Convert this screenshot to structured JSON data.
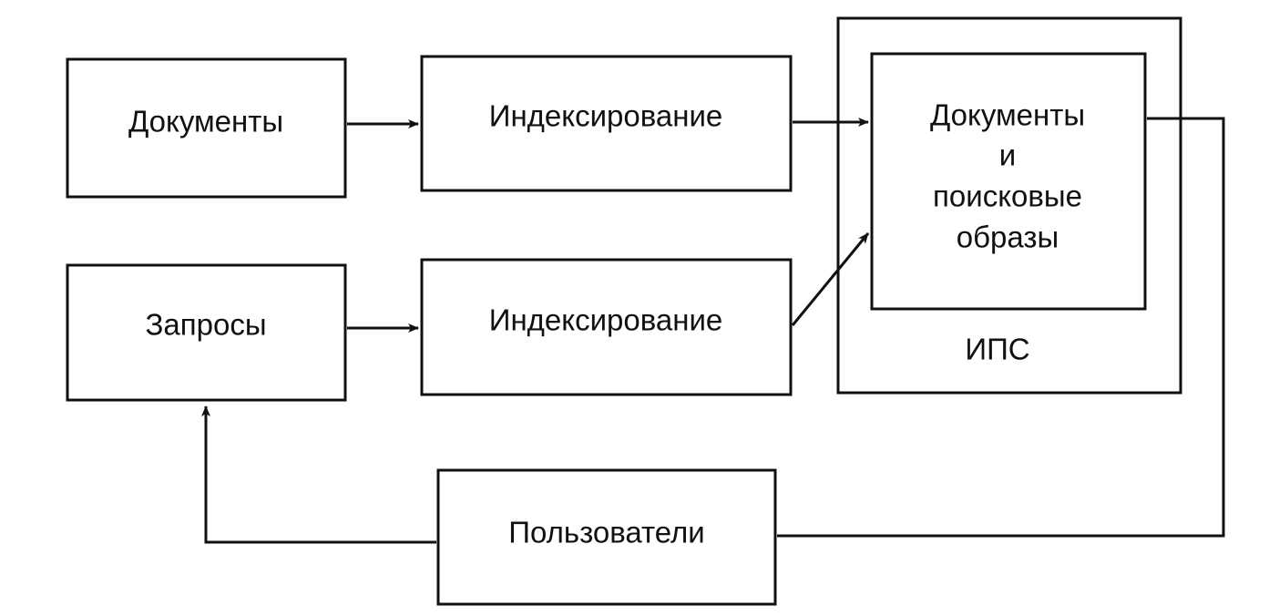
{
  "nodes": {
    "documents": "Документы",
    "indexing_documents": "Индексирование",
    "store_line1": "Документы",
    "store_line2": "и",
    "store_line3": "поисковые",
    "store_line4": "образы",
    "ips": "ИПС",
    "queries": "Запросы",
    "indexing_queries": "Индексирование",
    "users": "Пользователи"
  },
  "edges": [
    {
      "from": "documents",
      "to": "indexing_documents"
    },
    {
      "from": "indexing_documents",
      "to": "store"
    },
    {
      "from": "queries",
      "to": "indexing_queries"
    },
    {
      "from": "indexing_queries",
      "to": "store"
    },
    {
      "from": "store",
      "to": "users"
    },
    {
      "from": "users",
      "to": "queries"
    }
  ]
}
